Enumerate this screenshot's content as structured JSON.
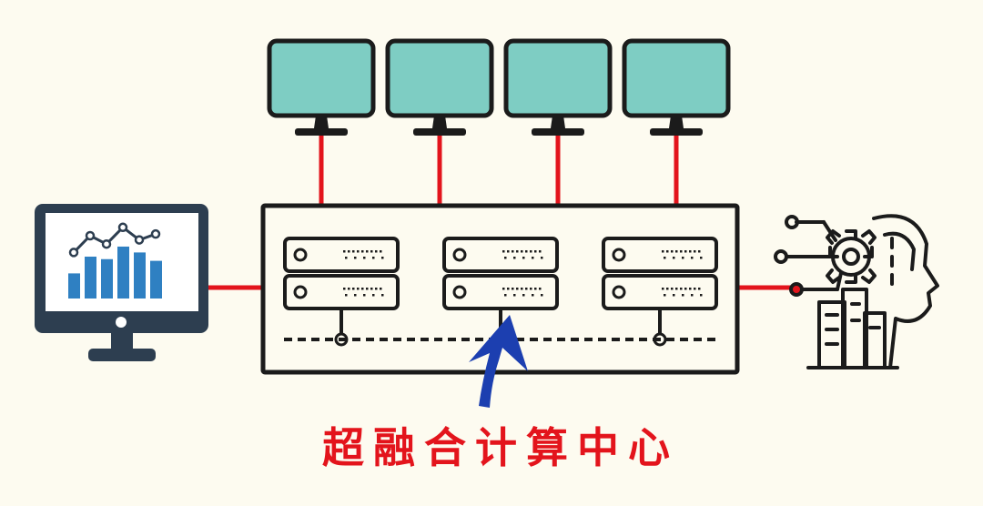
{
  "caption": "超融合计算中心",
  "colors": {
    "background": "#fdfbf0",
    "connector": "#e3141c",
    "monitor_screen": "#7ecdc3",
    "outline": "#1b1b1b",
    "dashboard_monitor_frame": "#2d3e50",
    "chart_bars": "#2f80c2",
    "arrow": "#1c3fb0",
    "caption": "#e3141c"
  },
  "icons": {
    "client_monitors": [
      "monitor-icon",
      "monitor-icon",
      "monitor-icon",
      "monitor-icon"
    ],
    "left_device": "analytics-monitor-icon",
    "right_device": "ai-head-gear-icon",
    "servers": [
      "server-stack-icon",
      "server-stack-icon",
      "server-stack-icon"
    ],
    "pointer": "arrow-up-icon"
  },
  "dashboard_chart": {
    "bar_values": [
      3,
      5,
      4.7,
      6.2,
      5.5,
      4.5
    ],
    "line_values": [
      5.5,
      7.5,
      6.5,
      8.5,
      7,
      7.7
    ]
  }
}
